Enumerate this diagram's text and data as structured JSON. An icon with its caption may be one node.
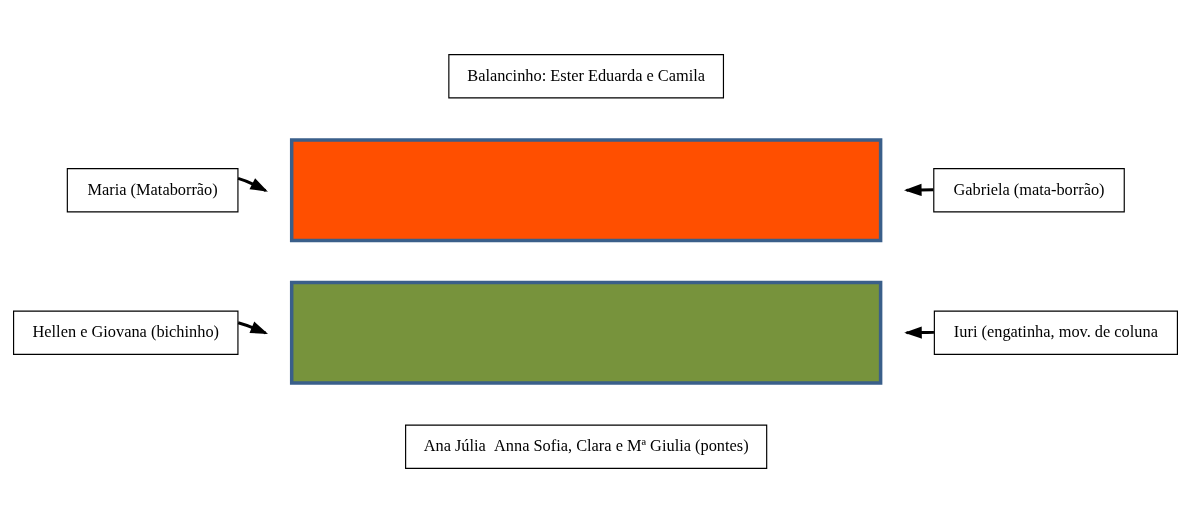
{
  "diagram": {
    "nodes": [
      {
        "text": [
          "Balancinho: Ester Eduarda e Camila"
        ]
      },
      {
        "text": [],
        "shape": "bar"
      },
      {
        "text": [
          "Maria (Mataborrão)"
        ]
      },
      {
        "text": [
          "Gabriela (mata-borrão)"
        ]
      },
      {
        "text": [],
        "shape": "bar"
      },
      {
        "text": [
          "Hellen e Giovana (bichinho)"
        ]
      },
      {
        "text": [
          "Iuri (engatinha, mov. de coluna"
        ]
      },
      {
        "text": [
          "Ana Júlia  Anna Sofia, Clara e Mª Giulia (pontes)"
        ]
      }
    ],
    "edges": [
      {
        "from": 2,
        "to": null,
        "arrow": "to"
      },
      {
        "from": 3,
        "to": null,
        "arrow": "to"
      },
      {
        "from": 5,
        "to": null,
        "arrow": "to"
      },
      {
        "from": 6,
        "to": null,
        "arrow": "to"
      }
    ]
  }
}
